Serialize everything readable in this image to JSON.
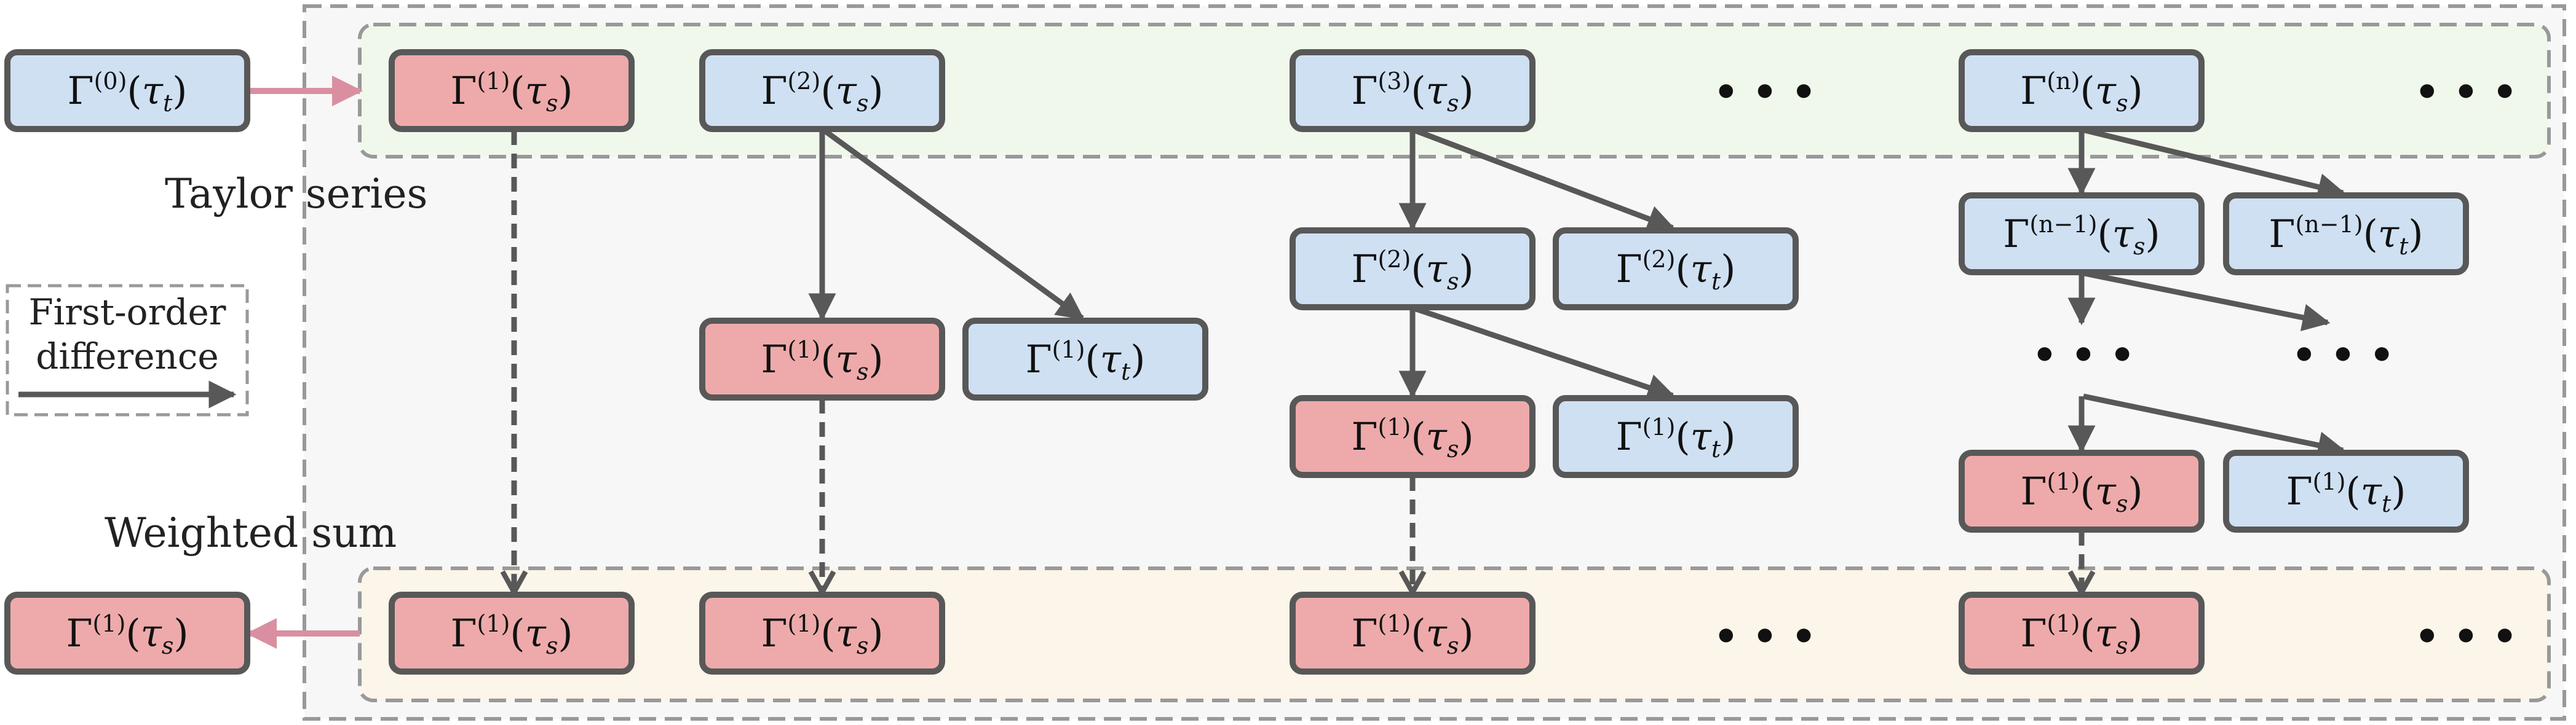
{
  "colors": {
    "blue_fill": "#cfe0f3",
    "red_fill": "#eeaaaa",
    "box_stroke": "#585858",
    "green_band": "#f0f8ec",
    "orange_band": "#fcf5ea",
    "outer_bg": "#f7f7f7",
    "dashed_border": "#999999",
    "pink_arrow": "#d98fa0",
    "arrow": "#585858"
  },
  "labels": {
    "taylor": "Taylor series",
    "weighted": "Weighted sum",
    "legend_line1": "First-order",
    "legend_line2": "difference",
    "ellipsis": "• • •"
  },
  "nodes": {
    "input": {
      "base": "Γ",
      "sup": "(0)",
      "arg": "τ",
      "sub": "t",
      "kind": "blue"
    },
    "output": {
      "base": "Γ",
      "sup": "(1)",
      "arg": "τ",
      "sub": "s",
      "kind": "red"
    },
    "top1": {
      "base": "Γ",
      "sup": "(1)",
      "arg": "τ",
      "sub": "s",
      "kind": "red"
    },
    "top2": {
      "base": "Γ",
      "sup": "(2)",
      "arg": "τ",
      "sub": "s",
      "kind": "blue"
    },
    "top3": {
      "base": "Γ",
      "sup": "(3)",
      "arg": "τ",
      "sub": "s",
      "kind": "blue"
    },
    "topn": {
      "base": "Γ",
      "sup": "(n)",
      "arg": "τ",
      "sub": "s",
      "kind": "blue"
    },
    "c2_r1s": {
      "base": "Γ",
      "sup": "(1)",
      "arg": "τ",
      "sub": "s",
      "kind": "red"
    },
    "c2_r1t": {
      "base": "Γ",
      "sup": "(1)",
      "arg": "τ",
      "sub": "t",
      "kind": "blue"
    },
    "c3_b2s": {
      "base": "Γ",
      "sup": "(2)",
      "arg": "τ",
      "sub": "s",
      "kind": "blue"
    },
    "c3_b2t": {
      "base": "Γ",
      "sup": "(2)",
      "arg": "τ",
      "sub": "t",
      "kind": "blue"
    },
    "c3_r1s": {
      "base": "Γ",
      "sup": "(1)",
      "arg": "τ",
      "sub": "s",
      "kind": "red"
    },
    "c3_r1t": {
      "base": "Γ",
      "sup": "(1)",
      "arg": "τ",
      "sub": "t",
      "kind": "blue"
    },
    "cn_bn1s": {
      "base": "Γ",
      "sup": "(n−1)",
      "arg": "τ",
      "sub": "s",
      "kind": "blue"
    },
    "cn_bn1t": {
      "base": "Γ",
      "sup": "(n−1)",
      "arg": "τ",
      "sub": "t",
      "kind": "blue"
    },
    "cn_r1s": {
      "base": "Γ",
      "sup": "(1)",
      "arg": "τ",
      "sub": "s",
      "kind": "red"
    },
    "cn_r1t": {
      "base": "Γ",
      "sup": "(1)",
      "arg": "τ",
      "sub": "t",
      "kind": "blue"
    },
    "bot1": {
      "base": "Γ",
      "sup": "(1)",
      "arg": "τ",
      "sub": "s",
      "kind": "red"
    },
    "bot2": {
      "base": "Γ",
      "sup": "(1)",
      "arg": "τ",
      "sub": "s",
      "kind": "red"
    },
    "bot3": {
      "base": "Γ",
      "sup": "(1)",
      "arg": "τ",
      "sub": "s",
      "kind": "red"
    },
    "botn": {
      "base": "Γ",
      "sup": "(1)",
      "arg": "τ",
      "sub": "s",
      "kind": "red"
    }
  }
}
